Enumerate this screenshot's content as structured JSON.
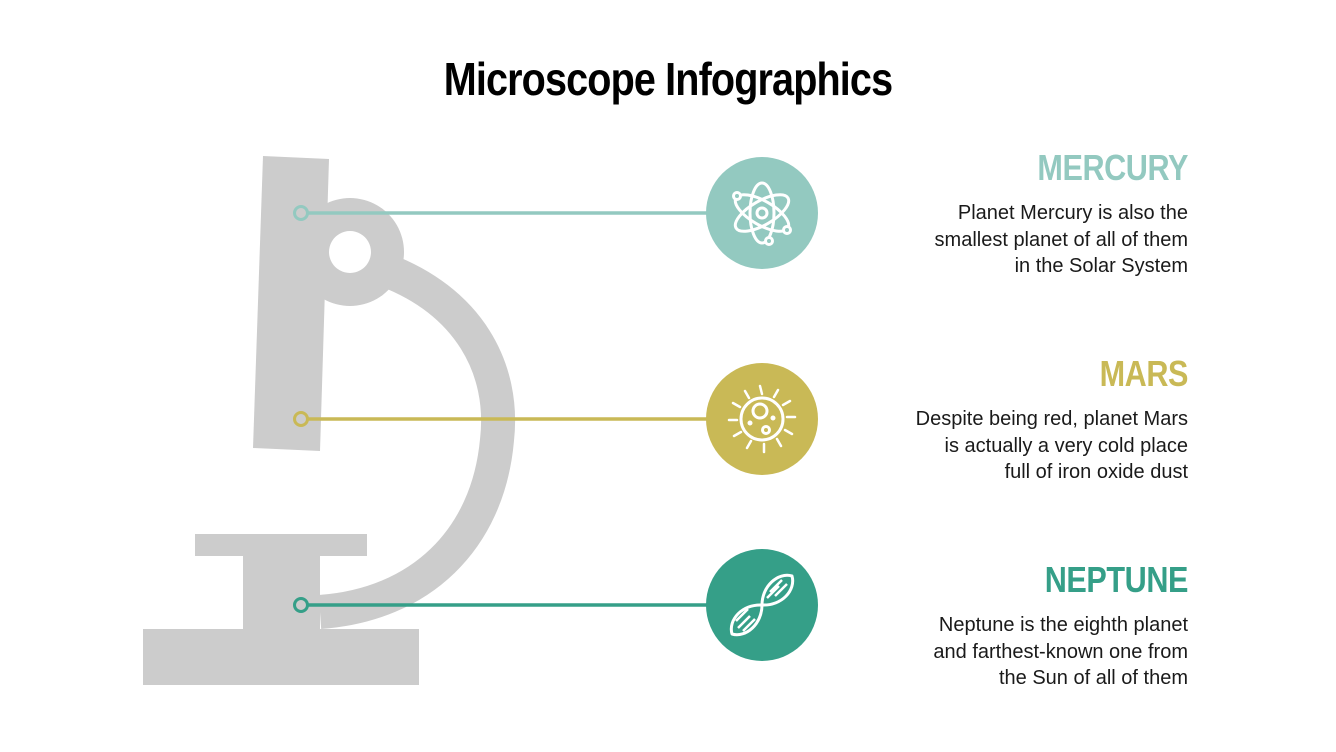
{
  "title": "Microscope Infographics",
  "colors": {
    "microscope": "#cccccc",
    "mercury": "#93c9c0",
    "mars": "#c9b956",
    "neptune": "#359f88"
  },
  "items": [
    {
      "heading": "MERCURY",
      "color": "#93c9c0",
      "icon": "atom-icon",
      "description_lines": [
        "Planet Mercury is also the",
        "smallest planet of all of them",
        "in the Solar System"
      ]
    },
    {
      "heading": "MARS",
      "color": "#c9b956",
      "icon": "cell-icon",
      "description_lines": [
        "Despite being red, planet Mars",
        "is actually a very cold place",
        "full of iron oxide dust"
      ]
    },
    {
      "heading": "NEPTUNE",
      "color": "#359f88",
      "icon": "dna-icon",
      "description_lines": [
        "Neptune is the eighth planet",
        "and farthest-known one from",
        "the Sun of all of them"
      ]
    }
  ]
}
